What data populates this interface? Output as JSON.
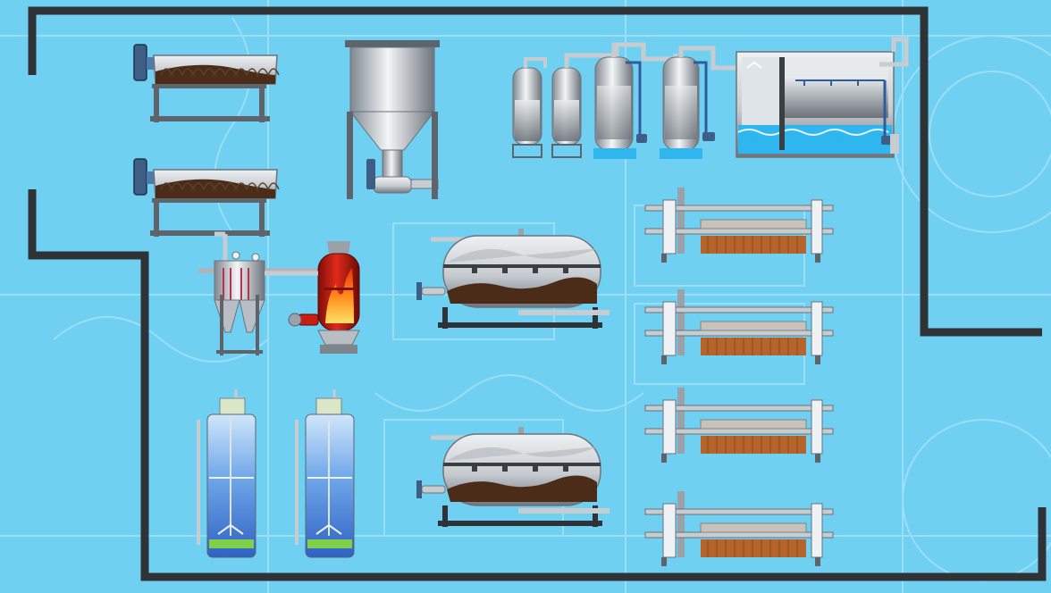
{
  "colors": {
    "background": "#6fd0f2",
    "blueprint_line": "#bfeafc",
    "wall": "#2f3338",
    "steel_light": "#eef2f5",
    "steel_dark": "#7c848c",
    "frame": "#5d646b",
    "sludge": "#4a2c18",
    "water": "#2fb6ee",
    "fire": "#ff7a1a",
    "burner_red": "#c81f14",
    "plate_brown": "#b5652b",
    "motor": "#3d5f86",
    "column_blue": "#3f7fd6",
    "column_green": "#7fd14a"
  },
  "equipment": [
    {
      "name": "screw-conveyor",
      "icon": "screw-conveyor-icon",
      "count": 2
    },
    {
      "name": "storage-hopper",
      "icon": "hopper-silo-icon",
      "count": 1
    },
    {
      "name": "cyclone-filter",
      "icon": "cyclone-filter-icon",
      "count": 1
    },
    {
      "name": "hot-air-furnace",
      "icon": "furnace-icon",
      "count": 1
    },
    {
      "name": "scrubber-tower",
      "icon": "scrubber-tower-icon",
      "count": 4
    },
    {
      "name": "spray-tank",
      "icon": "spray-tank-icon",
      "count": 1
    },
    {
      "name": "horizontal-reactor-tank",
      "icon": "horizontal-tank-icon",
      "count": 2
    },
    {
      "name": "filter-press",
      "icon": "filter-press-icon",
      "count": 4
    },
    {
      "name": "settling-column",
      "icon": "settling-column-icon",
      "count": 2
    }
  ]
}
